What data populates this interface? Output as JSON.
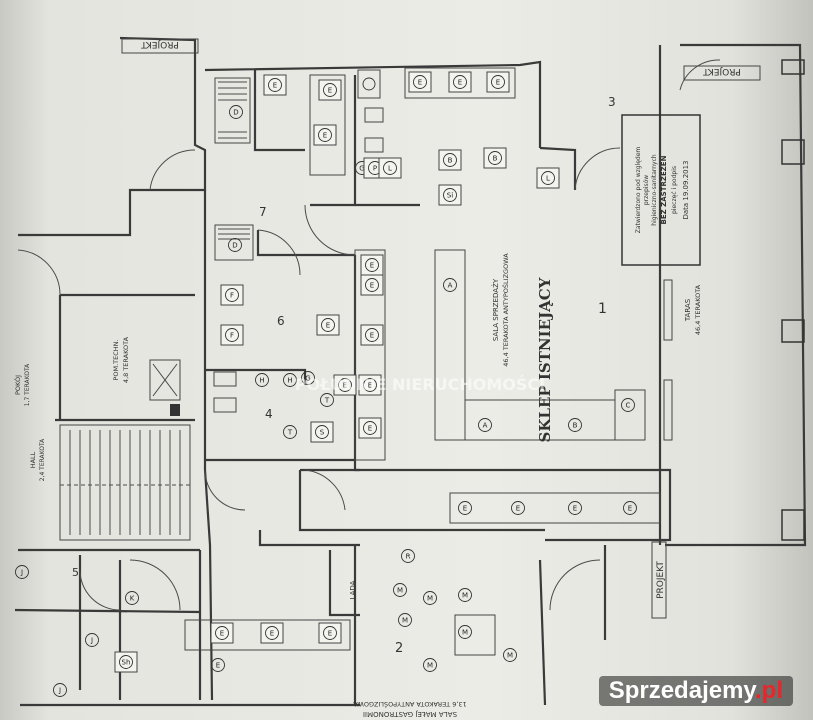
{
  "plan": {
    "rooms": {
      "room1": {
        "number": "1",
        "name": "SALA SPRZEDAŻY",
        "area": "46,4 TERAKOTA ANTYPOŚLIZGOWA",
        "title": "SKLEP ISTNIEJĄCY"
      },
      "room2": {
        "number": "2",
        "name": "SALA MAŁEJ GASTRONOMII",
        "area": "13,6 TERAKOTA ANTYPOŚLIZGOWA"
      },
      "room3": {
        "number": "3",
        "name": "TARAS",
        "area": "46,4 TERAKOTA"
      },
      "room4": {
        "number": "4"
      },
      "room5": {
        "number": "5"
      },
      "room6": {
        "number": "6"
      },
      "room7": {
        "number": "7"
      },
      "pomtech": {
        "name": "POM.TECHN.",
        "area": "4,8 TERAKOTA"
      },
      "hall": {
        "name": "HALL",
        "area": "2,4 TERAKOTA"
      },
      "pokoj": {
        "name": "POKÓJ",
        "area": "1,7 TERAKOTA"
      },
      "lada": {
        "name": "LADA"
      }
    },
    "projekt_labels": [
      "PROJEKT",
      "PROJEKT",
      "PROJEKT"
    ],
    "stamp": {
      "lines": [
        "Zatwierdzono pod względem",
        "przepisów",
        "higieniczno-sanitarnych",
        "BEZ ZASTRZEŻEŃ",
        "pieczęć i podpis",
        "Data 19.09.2013"
      ]
    },
    "watermark": "POŁUDNIE NIERUCHOMOŚCI",
    "equipment_letters": [
      "E",
      "D",
      "F",
      "G",
      "P",
      "L",
      "B",
      "Si",
      "A",
      "C",
      "T",
      "S",
      "H",
      "R",
      "M",
      "J",
      "K",
      "Sh"
    ]
  },
  "brand": {
    "name": "Sprzedajemy",
    "tld": ".pl"
  },
  "colors": {
    "paper": "#ecece6",
    "ink": "#3a3a3a",
    "brand_red": "#e8262b"
  }
}
